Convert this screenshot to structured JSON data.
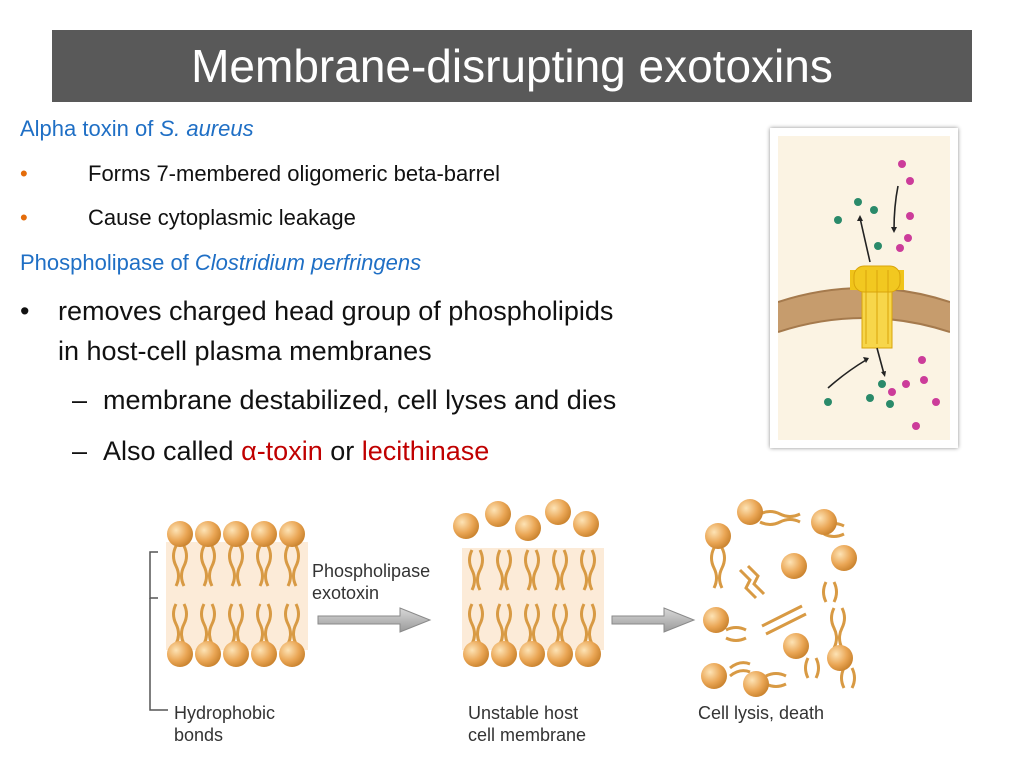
{
  "title": "Membrane-disrupting exotoxins",
  "section1": {
    "heading_prefix": "Alpha toxin of ",
    "heading_italic": "S. aureus",
    "bullets": [
      "Forms 7-membered oligomeric beta-barrel",
      "Cause cytoplasmic leakage"
    ]
  },
  "section2": {
    "heading_prefix": "Phospholipase of ",
    "heading_italic": "Clostridium perfringens",
    "bullet_line1": "removes charged head group of phospholipids",
    "bullet_line2": "in host-cell plasma membranes",
    "sub1": "membrane destabilized, cell lyses and dies",
    "sub2_prefix": "Also called ",
    "sub2_red1": "α-toxin",
    "sub2_mid": " or ",
    "sub2_red2": "lecithinase"
  },
  "glyphs": {
    "bullet": "•",
    "dash": "–"
  },
  "diagram": {
    "arrow_label_line1": "Phospholipase",
    "arrow_label_line2": "exotoxin",
    "hydrophobic_line1": "Hydrophobic",
    "hydrophobic_line2": "bonds",
    "unstable_line1": "Unstable host",
    "unstable_line2": "cell membrane",
    "lysis": "Cell lysis, death"
  },
  "colors": {
    "title_bg": "#595959",
    "heading_blue": "#1f6fc5",
    "bullet_orange": "#e46c0a",
    "highlight_red": "#c00000",
    "lipid_head": "#e8a44a",
    "pore_yellow": "#f2c820"
  }
}
